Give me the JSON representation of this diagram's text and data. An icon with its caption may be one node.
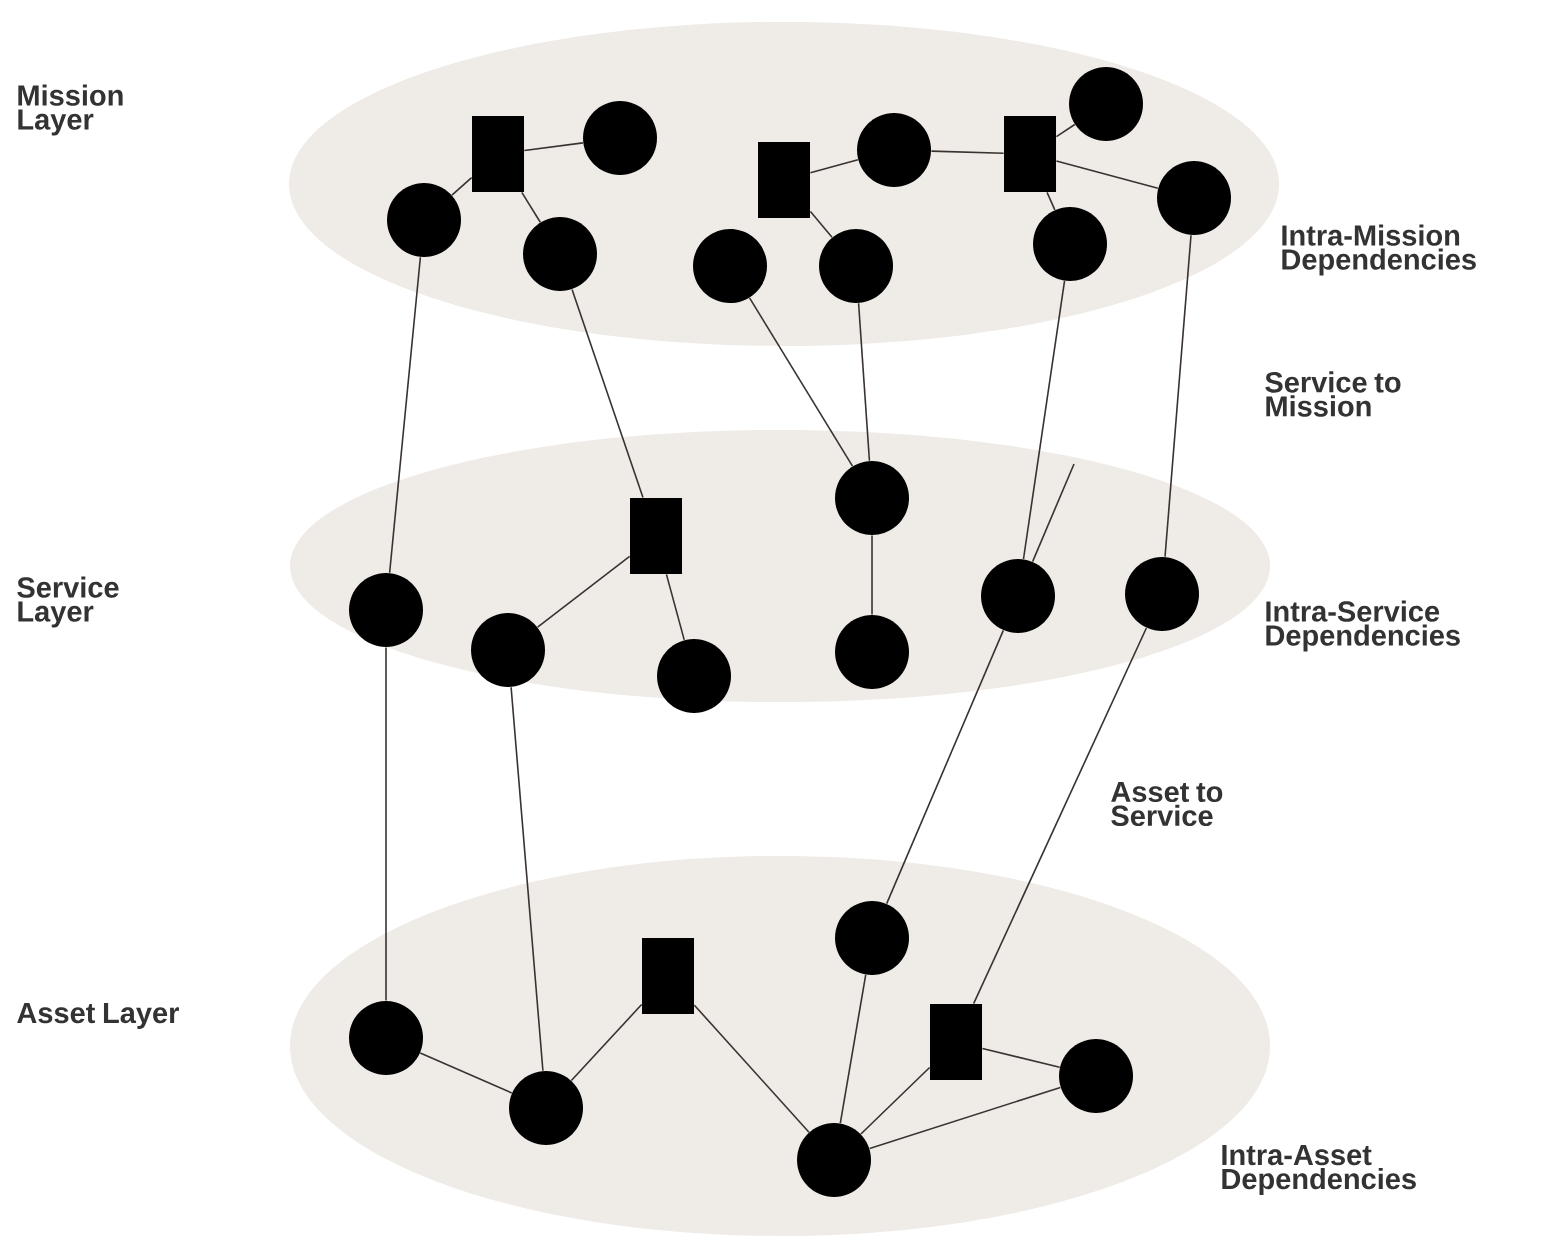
{
  "diagram": {
    "nodes": [
      {
        "text": [],
        "shape": "ellipse"
      },
      {
        "text": [],
        "shape": "box",
        "in": 0
      },
      {
        "text": [],
        "shape": "circle",
        "in": 0
      },
      {
        "text": [],
        "shape": "circle",
        "in": 0
      },
      {
        "text": [],
        "shape": "circle",
        "in": 0
      },
      {
        "text": [],
        "shape": "box",
        "in": 0
      },
      {
        "text": [],
        "shape": "circle",
        "in": 0
      },
      {
        "text": [],
        "shape": "circle",
        "in": 0
      },
      {
        "text": [],
        "shape": "circle",
        "in": 0
      },
      {
        "text": [],
        "shape": "box",
        "in": 0
      },
      {
        "text": [],
        "shape": "circle",
        "in": 0
      },
      {
        "text": [],
        "shape": "circle",
        "in": 0
      },
      {
        "text": [],
        "shape": "circle",
        "in": 0
      },
      {
        "text": [],
        "shape": "ellipse"
      },
      {
        "text": [],
        "shape": "circle",
        "in": 13
      },
      {
        "text": [],
        "shape": "box",
        "in": 13
      },
      {
        "text": [],
        "shape": "circle",
        "in": 13
      },
      {
        "text": [],
        "shape": "circle",
        "in": 13
      },
      {
        "text": [],
        "shape": "circle",
        "in": 13
      },
      {
        "text": [],
        "shape": "circle",
        "in": 13
      },
      {
        "text": [],
        "shape": "circle",
        "in": 13
      },
      {
        "text": [],
        "shape": "circle",
        "in": 13
      },
      {
        "text": [],
        "shape": "ellipse"
      },
      {
        "text": [],
        "shape": "circle",
        "in": 22
      },
      {
        "text": [],
        "shape": "circle",
        "in": 22
      },
      {
        "text": [],
        "shape": "box",
        "in": 22
      },
      {
        "text": [],
        "shape": "circle",
        "in": 22
      },
      {
        "text": [],
        "shape": "circle",
        "in": 22
      },
      {
        "text": [],
        "shape": "box",
        "in": 22
      },
      {
        "text": [],
        "shape": "circle",
        "in": 22
      }
    ],
    "edges": [
      {
        "from": 1,
        "to": 2,
        "arrow": "none"
      },
      {
        "from": 1,
        "to": 3,
        "arrow": "none"
      },
      {
        "from": 1,
        "to": 4,
        "arrow": "none"
      },
      {
        "from": 5,
        "to": 6,
        "arrow": "none"
      },
      {
        "from": 5,
        "to": 8,
        "arrow": "none"
      },
      {
        "from": 6,
        "to": 9,
        "arrow": "none"
      },
      {
        "from": 9,
        "to": 10,
        "arrow": "none"
      },
      {
        "from": 9,
        "to": 11,
        "arrow": "none"
      },
      {
        "from": 9,
        "to": 12,
        "arrow": "none"
      },
      {
        "from": 3,
        "to": 14,
        "arrow": "none"
      },
      {
        "from": 4,
        "to": 15,
        "arrow": "none"
      },
      {
        "from": 7,
        "to": 18,
        "arrow": "none"
      },
      {
        "from": 8,
        "to": 18,
        "arrow": "none"
      },
      {
        "from": 12,
        "to": 20,
        "arrow": "none"
      },
      {
        "from": 11,
        "to": 21,
        "arrow": "none"
      },
      {
        "from": 20,
        "to": null,
        "arrow": "none"
      },
      {
        "from": 15,
        "to": 16,
        "arrow": "none"
      },
      {
        "from": 15,
        "to": 17,
        "arrow": "none"
      },
      {
        "from": 18,
        "to": 19,
        "arrow": "none"
      },
      {
        "from": 14,
        "to": 23,
        "arrow": "none"
      },
      {
        "from": 16,
        "to": 24,
        "arrow": "none"
      },
      {
        "from": 20,
        "to": 26,
        "arrow": "none"
      },
      {
        "from": 21,
        "to": 28,
        "arrow": "none"
      },
      {
        "from": 23,
        "to": 24,
        "arrow": "none"
      },
      {
        "from": 24,
        "to": 25,
        "arrow": "none"
      },
      {
        "from": 25,
        "to": 27,
        "arrow": "none"
      },
      {
        "from": 26,
        "to": 27,
        "arrow": "none"
      },
      {
        "from": 27,
        "to": 28,
        "arrow": "none"
      },
      {
        "from": 27,
        "to": 29,
        "arrow": "none"
      },
      {
        "from": 28,
        "to": 29,
        "arrow": "none"
      }
    ],
    "labels": [
      "Mission Layer",
      "Intra-Mission Dependencies",
      "Service to Mission",
      "Service Layer",
      "Intra-Service Dependencies",
      "Asset to Service",
      "Asset Layer",
      "Intra-Asset Dependencies"
    ]
  }
}
